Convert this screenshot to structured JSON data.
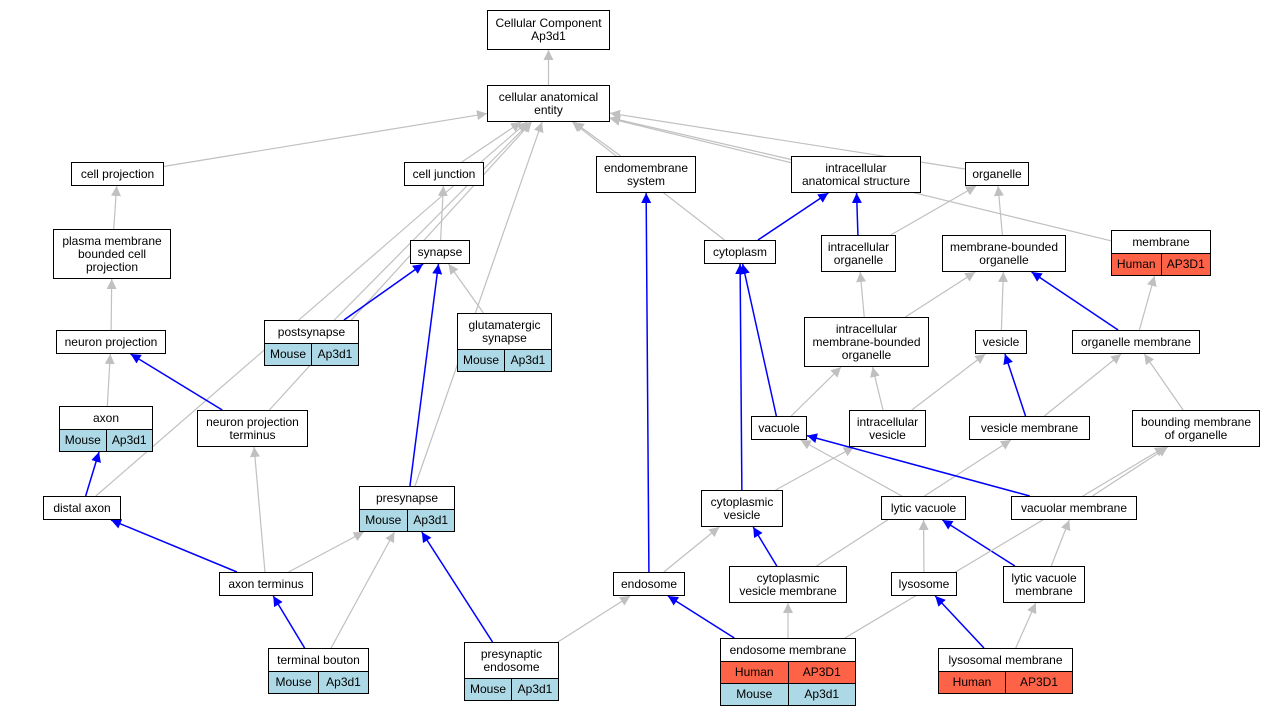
{
  "colors": {
    "mouse": "#add8e6",
    "human": "#ff6347",
    "edge_gray": "#c0c0c0",
    "edge_blue": "#0000ff"
  },
  "nodes": {
    "cc_root": {
      "label": "Cellular Component\nAp3d1"
    },
    "cae": {
      "label": "cellular anatomical\nentity"
    },
    "cell_projection": {
      "label": "cell projection"
    },
    "cell_junction": {
      "label": "cell junction"
    },
    "endomembrane_system": {
      "label": "endomembrane\nsystem"
    },
    "intracellular_anatomical_structure": {
      "label": "intracellular\nanatomical structure"
    },
    "organelle": {
      "label": "organelle"
    },
    "plasma_membrane_bounded_cell_projection": {
      "label": "plasma membrane\nbounded cell\nprojection"
    },
    "synapse": {
      "label": "synapse"
    },
    "cytoplasm": {
      "label": "cytoplasm"
    },
    "intracellular_organelle": {
      "label": "intracellular\norganelle"
    },
    "membrane_bounded_organelle": {
      "label": "membrane-bounded\norganelle"
    },
    "membrane": {
      "label": "membrane",
      "annotations": [
        {
          "species": "Human",
          "gene": "AP3D1"
        }
      ]
    },
    "postsynapse": {
      "label": "postsynapse",
      "annotations": [
        {
          "species": "Mouse",
          "gene": "Ap3d1"
        }
      ]
    },
    "glutamatergic_synapse": {
      "label": "glutamatergic\nsynapse",
      "annotations": [
        {
          "species": "Mouse",
          "gene": "Ap3d1"
        }
      ]
    },
    "intracellular_membrane_bounded_organelle": {
      "label": "intracellular\nmembrane-bounded\norganelle"
    },
    "vesicle": {
      "label": "vesicle"
    },
    "organelle_membrane": {
      "label": "organelle membrane"
    },
    "neuron_projection": {
      "label": "neuron projection"
    },
    "axon": {
      "label": "axon",
      "annotations": [
        {
          "species": "Mouse",
          "gene": "Ap3d1"
        }
      ]
    },
    "neuron_projection_terminus": {
      "label": "neuron projection\nterminus"
    },
    "vacuole": {
      "label": "vacuole"
    },
    "intracellular_vesicle": {
      "label": "intracellular\nvesicle"
    },
    "vesicle_membrane": {
      "label": "vesicle membrane"
    },
    "bounding_membrane_of_organelle": {
      "label": "bounding membrane\nof organelle"
    },
    "distal_axon": {
      "label": "distal axon"
    },
    "presynapse": {
      "label": "presynapse",
      "annotations": [
        {
          "species": "Mouse",
          "gene": "Ap3d1"
        }
      ]
    },
    "cytoplasmic_vesicle": {
      "label": "cytoplasmic\nvesicle"
    },
    "lytic_vacuole": {
      "label": "lytic vacuole"
    },
    "vacuolar_membrane": {
      "label": "vacuolar membrane"
    },
    "axon_terminus": {
      "label": "axon terminus"
    },
    "endosome": {
      "label": "endosome"
    },
    "cytoplasmic_vesicle_membrane": {
      "label": "cytoplasmic\nvesicle membrane"
    },
    "lysosome": {
      "label": "lysosome"
    },
    "lytic_vacuole_membrane": {
      "label": "lytic vacuole\nmembrane"
    },
    "terminal_bouton": {
      "label": "terminal bouton",
      "annotations": [
        {
          "species": "Mouse",
          "gene": "Ap3d1"
        }
      ]
    },
    "presynaptic_endosome": {
      "label": "presynaptic\nendosome",
      "annotations": [
        {
          "species": "Mouse",
          "gene": "Ap3d1"
        }
      ]
    },
    "endosome_membrane": {
      "label": "endosome membrane",
      "annotations": [
        {
          "species": "Human",
          "gene": "AP3D1"
        },
        {
          "species": "Mouse",
          "gene": "Ap3d1"
        }
      ]
    },
    "lysosomal_membrane": {
      "label": "lysosomal membrane",
      "annotations": [
        {
          "species": "Human",
          "gene": "AP3D1"
        }
      ]
    }
  },
  "edges": [
    {
      "from": "cae",
      "to": "cc_root",
      "color": "gray"
    },
    {
      "from": "cell_projection",
      "to": "cae",
      "color": "gray"
    },
    {
      "from": "cell_junction",
      "to": "cae",
      "color": "gray"
    },
    {
      "from": "endomembrane_system",
      "to": "cae",
      "color": "gray"
    },
    {
      "from": "intracellular_anatomical_structure",
      "to": "cae",
      "color": "gray"
    },
    {
      "from": "organelle",
      "to": "cae",
      "color": "gray"
    },
    {
      "from": "membrane",
      "to": "cae",
      "color": "gray"
    },
    {
      "from": "cytoplasm",
      "to": "cae",
      "color": "gray"
    },
    {
      "from": "postsynapse",
      "to": "cae",
      "color": "gray"
    },
    {
      "from": "distal_axon",
      "to": "cae",
      "color": "gray"
    },
    {
      "from": "neuron_projection_terminus",
      "to": "cae",
      "color": "gray"
    },
    {
      "from": "presynapse",
      "to": "cae",
      "color": "gray"
    },
    {
      "from": "plasma_membrane_bounded_cell_projection",
      "to": "cell_projection",
      "color": "gray"
    },
    {
      "from": "neuron_projection",
      "to": "plasma_membrane_bounded_cell_projection",
      "color": "gray"
    },
    {
      "from": "axon",
      "to": "neuron_projection",
      "color": "gray"
    },
    {
      "from": "neuron_projection_terminus",
      "to": "neuron_projection",
      "color": "blue"
    },
    {
      "from": "distal_axon",
      "to": "axon",
      "color": "blue"
    },
    {
      "from": "axon_terminus",
      "to": "distal_axon",
      "color": "blue"
    },
    {
      "from": "axon_terminus",
      "to": "neuron_projection_terminus",
      "color": "gray"
    },
    {
      "from": "axon_terminus",
      "to": "presynapse",
      "color": "gray"
    },
    {
      "from": "terminal_bouton",
      "to": "axon_terminus",
      "color": "blue"
    },
    {
      "from": "terminal_bouton",
      "to": "presynapse",
      "color": "gray"
    },
    {
      "from": "synapse",
      "to": "cell_junction",
      "color": "gray"
    },
    {
      "from": "postsynapse",
      "to": "synapse",
      "color": "blue"
    },
    {
      "from": "glutamatergic_synapse",
      "to": "synapse",
      "color": "gray"
    },
    {
      "from": "presynapse",
      "to": "synapse",
      "color": "blue"
    },
    {
      "from": "presynaptic_endosome",
      "to": "presynapse",
      "color": "blue"
    },
    {
      "from": "presynaptic_endosome",
      "to": "endosome",
      "color": "gray"
    },
    {
      "from": "endosome",
      "to": "endomembrane_system",
      "color": "blue"
    },
    {
      "from": "endosome",
      "to": "cytoplasmic_vesicle",
      "color": "gray"
    },
    {
      "from": "cytoplasm",
      "to": "intracellular_anatomical_structure",
      "color": "blue"
    },
    {
      "from": "intracellular_organelle",
      "to": "intracellular_anatomical_structure",
      "color": "blue"
    },
    {
      "from": "intracellular_organelle",
      "to": "organelle",
      "color": "gray"
    },
    {
      "from": "membrane_bounded_organelle",
      "to": "organelle",
      "color": "gray"
    },
    {
      "from": "intracellular_membrane_bounded_organelle",
      "to": "intracellular_organelle",
      "color": "gray"
    },
    {
      "from": "intracellular_membrane_bounded_organelle",
      "to": "membrane_bounded_organelle",
      "color": "gray"
    },
    {
      "from": "vesicle",
      "to": "membrane_bounded_organelle",
      "color": "gray"
    },
    {
      "from": "organelle_membrane",
      "to": "membrane_bounded_organelle",
      "color": "blue"
    },
    {
      "from": "organelle_membrane",
      "to": "membrane",
      "color": "gray"
    },
    {
      "from": "vacuole",
      "to": "intracellular_membrane_bounded_organelle",
      "color": "gray"
    },
    {
      "from": "vacuole",
      "to": "cytoplasm",
      "color": "blue"
    },
    {
      "from": "intracellular_vesicle",
      "to": "intracellular_membrane_bounded_organelle",
      "color": "gray"
    },
    {
      "from": "intracellular_vesicle",
      "to": "vesicle",
      "color": "gray"
    },
    {
      "from": "vesicle_membrane",
      "to": "vesicle",
      "color": "blue"
    },
    {
      "from": "vesicle_membrane",
      "to": "organelle_membrane",
      "color": "gray"
    },
    {
      "from": "bounding_membrane_of_organelle",
      "to": "organelle_membrane",
      "color": "gray"
    },
    {
      "from": "cytoplasmic_vesicle",
      "to": "cytoplasm",
      "color": "blue"
    },
    {
      "from": "cytoplasmic_vesicle",
      "to": "intracellular_vesicle",
      "color": "gray"
    },
    {
      "from": "cytoplasmic_vesicle_membrane",
      "to": "cytoplasmic_vesicle",
      "color": "blue"
    },
    {
      "from": "cytoplasmic_vesicle_membrane",
      "to": "vesicle_membrane",
      "color": "gray"
    },
    {
      "from": "lytic_vacuole",
      "to": "vacuole",
      "color": "gray"
    },
    {
      "from": "vacuolar_membrane",
      "to": "vacuole",
      "color": "blue"
    },
    {
      "from": "vacuolar_membrane",
      "to": "bounding_membrane_of_organelle",
      "color": "gray"
    },
    {
      "from": "lysosome",
      "to": "lytic_vacuole",
      "color": "gray"
    },
    {
      "from": "lytic_vacuole_membrane",
      "to": "lytic_vacuole",
      "color": "blue"
    },
    {
      "from": "lytic_vacuole_membrane",
      "to": "vacuolar_membrane",
      "color": "gray"
    },
    {
      "from": "lysosomal_membrane",
      "to": "lysosome",
      "color": "blue"
    },
    {
      "from": "lysosomal_membrane",
      "to": "lytic_vacuole_membrane",
      "color": "gray"
    },
    {
      "from": "endosome_membrane",
      "to": "endosome",
      "color": "blue"
    },
    {
      "from": "endosome_membrane",
      "to": "cytoplasmic_vesicle_membrane",
      "color": "gray"
    },
    {
      "from": "endosome_membrane",
      "to": "bounding_membrane_of_organelle",
      "color": "gray"
    }
  ]
}
